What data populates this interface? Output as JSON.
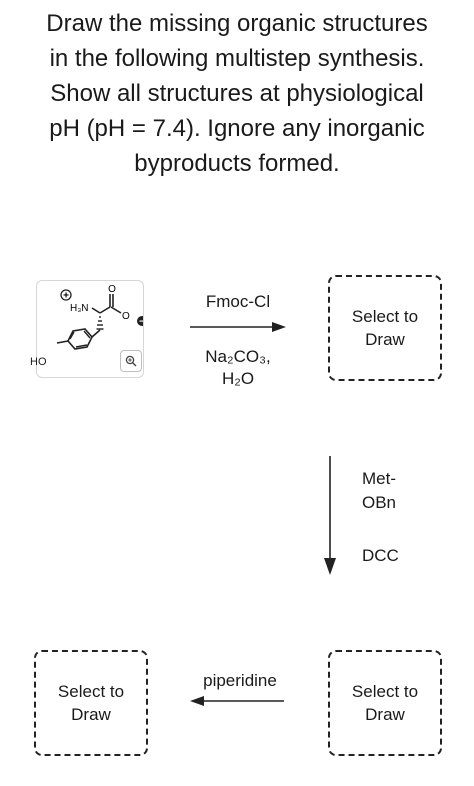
{
  "question": {
    "lines": [
      "Draw the missing organic structures",
      "in the following multistep synthesis.",
      "Show all structures at physiological",
      "pH (pH = 7.4). Ignore any inorganic",
      "byproducts formed."
    ]
  },
  "starting_material": {
    "labels": {
      "amine": "H₃N",
      "ho": "HO",
      "carbonyl_o": "O",
      "carboxylate_o": "O",
      "plus": "+",
      "minus": "−"
    },
    "zoom_icon": "magnify-plus-icon"
  },
  "step1": {
    "reagent_top": "Fmoc-Cl",
    "reagent_bottom_1": "Na₂CO₃,",
    "reagent_bottom_2": "H₂O"
  },
  "step2": {
    "reagent_1": "Met-",
    "reagent_2": "OBn",
    "reagent_3": "DCC"
  },
  "step3": {
    "reagent": "piperidine"
  },
  "draw_box": {
    "line1": "Select to",
    "line2": "Draw"
  },
  "colors": {
    "text": "#1a1a1a",
    "border": "#222222"
  }
}
